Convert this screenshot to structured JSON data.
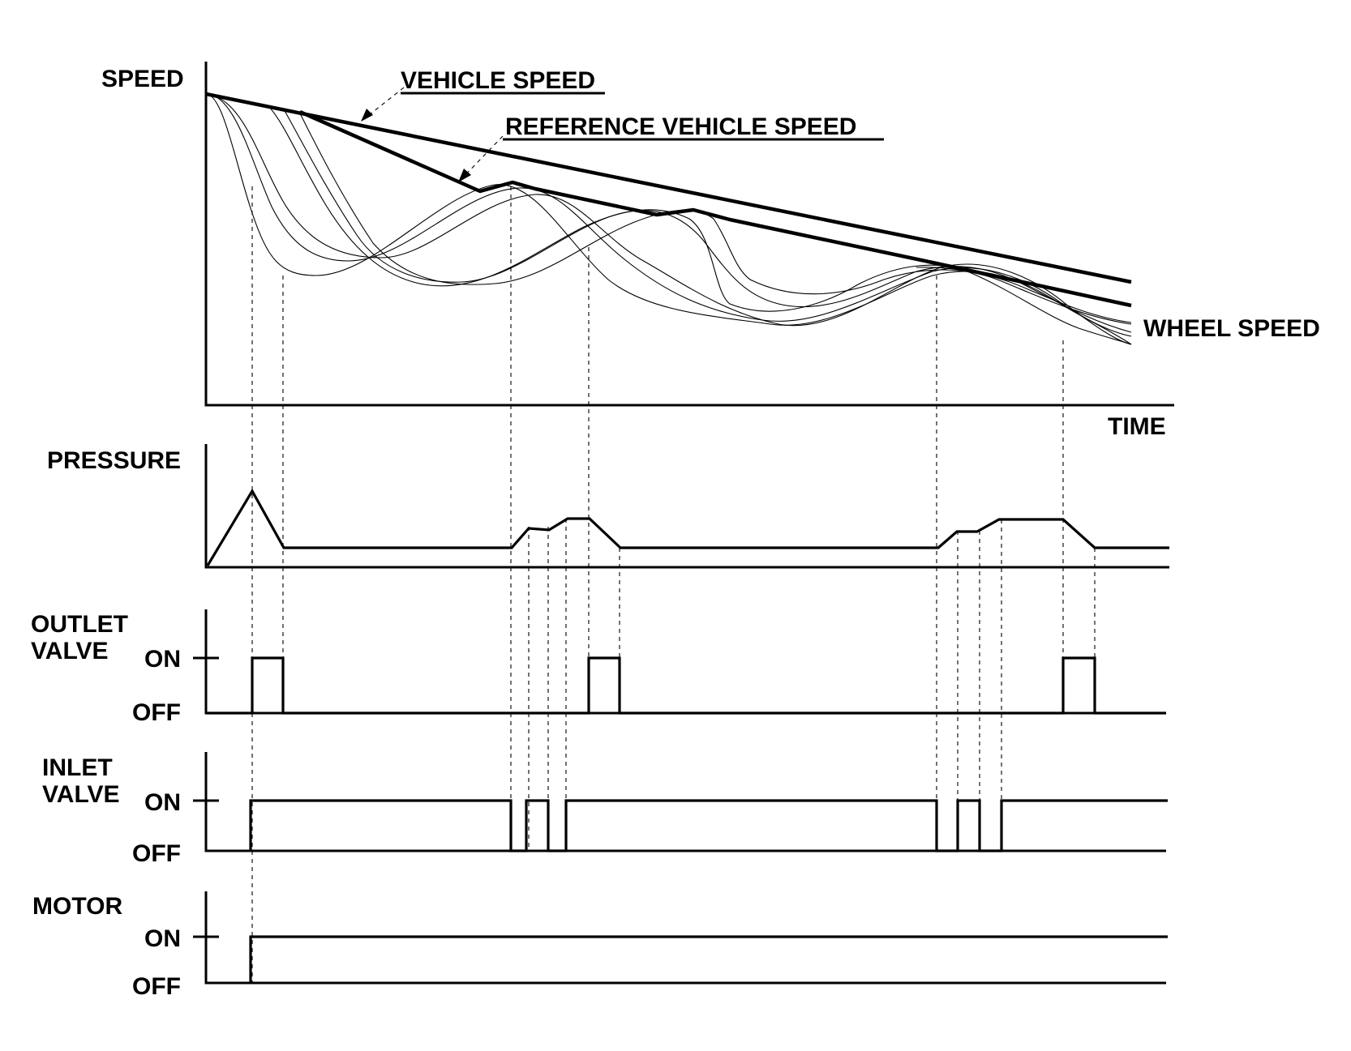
{
  "speed_chart": {
    "y_label": "SPEED",
    "x_label": "TIME",
    "vehicle_speed_label": "VEHICLE SPEED",
    "reference_speed_label": "REFERENCE VEHICLE SPEED",
    "wheel_speed_label": "WHEEL SPEED"
  },
  "pressure_chart": {
    "label": "PRESSURE"
  },
  "outlet_valve": {
    "label_line1": "OUTLET",
    "label_line2": "VALVE",
    "on_label": "ON",
    "off_label": "OFF"
  },
  "inlet_valve": {
    "label_line1": "INLET",
    "label_line2": "VALVE",
    "on_label": "ON",
    "off_label": "OFF"
  },
  "motor": {
    "label": "MOTOR",
    "on_label": "ON",
    "off_label": "OFF"
  },
  "colors": {
    "ink": "#000000",
    "background": "#ffffff"
  }
}
